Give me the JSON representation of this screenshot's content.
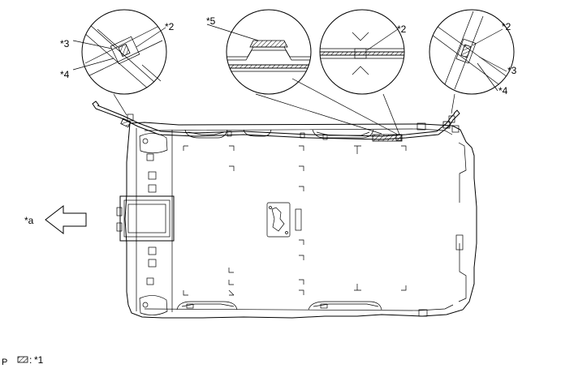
{
  "labels": {
    "a": "*a",
    "c1": "*1",
    "c2": "*2",
    "c3": "*3",
    "c4": "*4",
    "c5": "*5",
    "legend_sep": ":",
    "corner": "P"
  },
  "colors": {
    "ink": "#000000",
    "paper": "#ffffff",
    "hatch": "#000000"
  },
  "icons": {
    "direction": "left-arrow-icon",
    "legend": "hatched-square-icon"
  }
}
